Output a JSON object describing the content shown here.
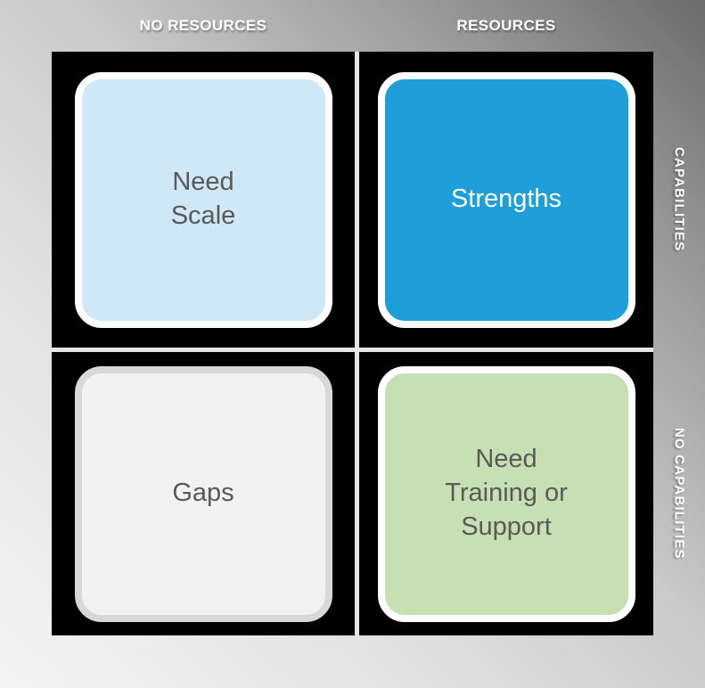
{
  "matrix": {
    "column_headers": [
      {
        "id": "no-resources",
        "label": "NO RESOURCES"
      },
      {
        "id": "resources",
        "label": "RESOURCES"
      }
    ],
    "row_headers": [
      {
        "id": "capabilities",
        "label": "CAPABILITIES"
      },
      {
        "id": "no-capabilities",
        "label": "NO CAPABILITIES"
      }
    ],
    "quadrants": {
      "need_scale": {
        "lines": [
          "Need",
          "Scale"
        ],
        "fill": "#cfe8f7",
        "border": "#ffffff",
        "text": "#595959"
      },
      "strengths": {
        "lines": [
          "Strengths"
        ],
        "fill": "#1e9fda",
        "border": "#ffffff",
        "text": "#ffffff"
      },
      "gaps": {
        "lines": [
          "Gaps"
        ],
        "fill": "#f2f2f2",
        "border": "#d8d8d8",
        "text": "#595959"
      },
      "need_training": {
        "lines": [
          "Need",
          "Training or",
          "Support"
        ],
        "fill": "#c6e0b4",
        "border": "#ffffff",
        "text": "#595959"
      }
    },
    "colors": {
      "grid_background": "#000000",
      "divider": "#e6e6e6",
      "header_text": "#ffffff",
      "frame_gradient_light": "#f4f4f4",
      "frame_gradient_dark": "#6c6c6c"
    }
  }
}
